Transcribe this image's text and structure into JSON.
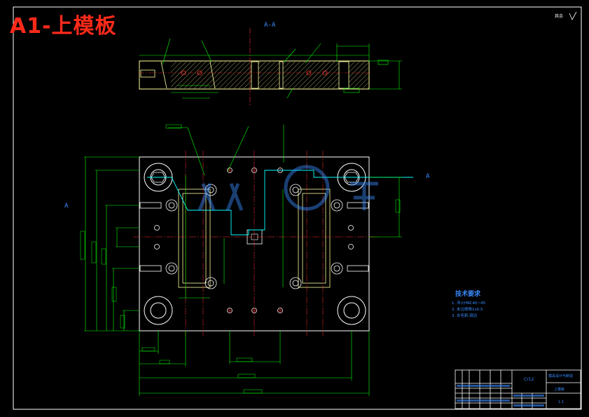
{
  "drawing": {
    "title": "A1-上模板",
    "section_label": "A-A",
    "view_label_left": "A",
    "view_label_right": "A",
    "top_right_note": "其余"
  },
  "technical_requirements": {
    "heading": "技术要求",
    "items": [
      "1. 淬火HRC40~45",
      "2. 未注倒角1x0.5",
      "3. 去毛刺,锐边"
    ]
  },
  "title_block": {
    "material": "Cr12",
    "school": "模具设计与制造",
    "part_name": "上模板",
    "scale": "1:1"
  },
  "colors": {
    "background": "#000000",
    "outline": "#ffffff",
    "part": "#ffff9e",
    "dimension": "#00ff00",
    "centerline": "#ff3030",
    "annotation": "#3a8cff",
    "section_line": "#00ffff",
    "title_text": "#ff2a1a"
  }
}
